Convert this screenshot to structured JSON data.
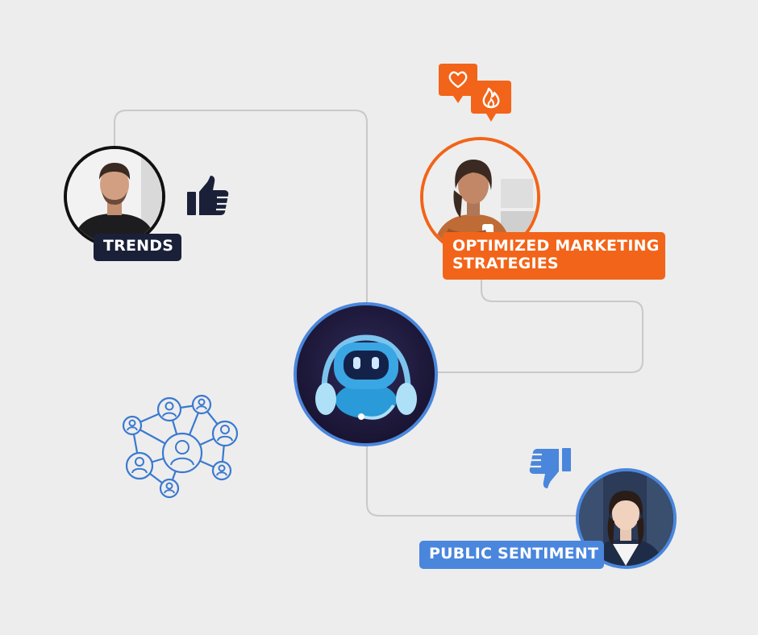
{
  "labels": {
    "trends": "TRENDS",
    "marketing_line1": "OPTIMIZED MARKETING",
    "marketing_line2": "STRATEGIES",
    "sentiment": "PUBLIC SENTIMENT"
  },
  "colors": {
    "background": "#ededed",
    "navy": "#1a2038",
    "orange": "#f26419",
    "blue": "#4a86dc",
    "connector": "#c9c9c9"
  },
  "icons": {
    "thumbs_up": "thumbs-up-icon",
    "thumbs_down": "thumbs-down-icon",
    "heart_bubble": "heart-bubble-icon",
    "fire_bubble": "fire-bubble-icon",
    "network": "people-network-icon",
    "robot": "robot-headset-icon"
  }
}
